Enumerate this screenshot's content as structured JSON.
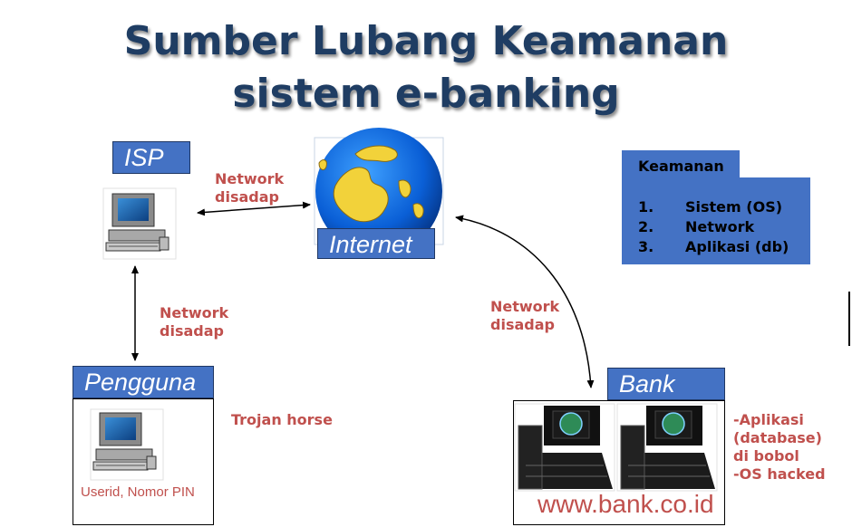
{
  "title": {
    "line1": "Sumber Lubang Keamanan",
    "line2": "sistem e-banking"
  },
  "nodes": {
    "isp": "ISP",
    "internet": "Internet",
    "pengguna": "Pengguna",
    "bank": "Bank"
  },
  "edges": {
    "isp_internet": [
      "Network",
      "disadap"
    ],
    "isp_pengguna": [
      "Network",
      "disadap"
    ],
    "internet_bank": [
      "Network",
      "disadap"
    ]
  },
  "annotations": {
    "trojan": "Trojan horse",
    "userid": "Userid, Nomor PIN",
    "bank_url": "www.bank.co.id",
    "bank_issues": [
      "-Aplikasi",
      "(database)",
      "di bobol",
      "-OS hacked"
    ]
  },
  "keamanan": {
    "title": "Keamanan",
    "items": [
      {
        "num": "1.",
        "label": "Sistem (OS)"
      },
      {
        "num": "2.",
        "label": "Network"
      },
      {
        "num": "3.",
        "label": "Aplikasi (db)"
      }
    ]
  },
  "colors": {
    "title": "#1f3d63",
    "box_blue": "#4472c4",
    "red_text": "#c0504d"
  },
  "icons": [
    "desktop-computer-icon",
    "globe-icon",
    "server-computer-icon"
  ]
}
